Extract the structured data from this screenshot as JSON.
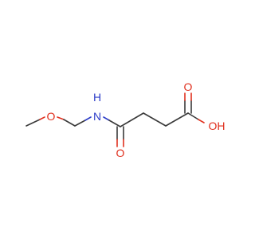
{
  "atoms": {
    "ether_oxygen": {
      "text": "O",
      "color": "#e0301e"
    },
    "amide_nitrogen_h": {
      "text": "H",
      "color": "#2e3ec8"
    },
    "amide_nitrogen": {
      "text": "N",
      "color": "#2e3ec8"
    },
    "amide_oxygen": {
      "text": "O",
      "color": "#e0301e"
    },
    "acid_carbonyl_oxygen": {
      "text": "O",
      "color": "#e0301e"
    },
    "acid_hydroxyl": {
      "text": "OH",
      "color": "#e0301e"
    }
  },
  "colors": {
    "carbon_bond": "#3a3a3a",
    "oxygen": "#e0301e",
    "nitrogen": "#2e3ec8",
    "background": "#ffffff"
  }
}
